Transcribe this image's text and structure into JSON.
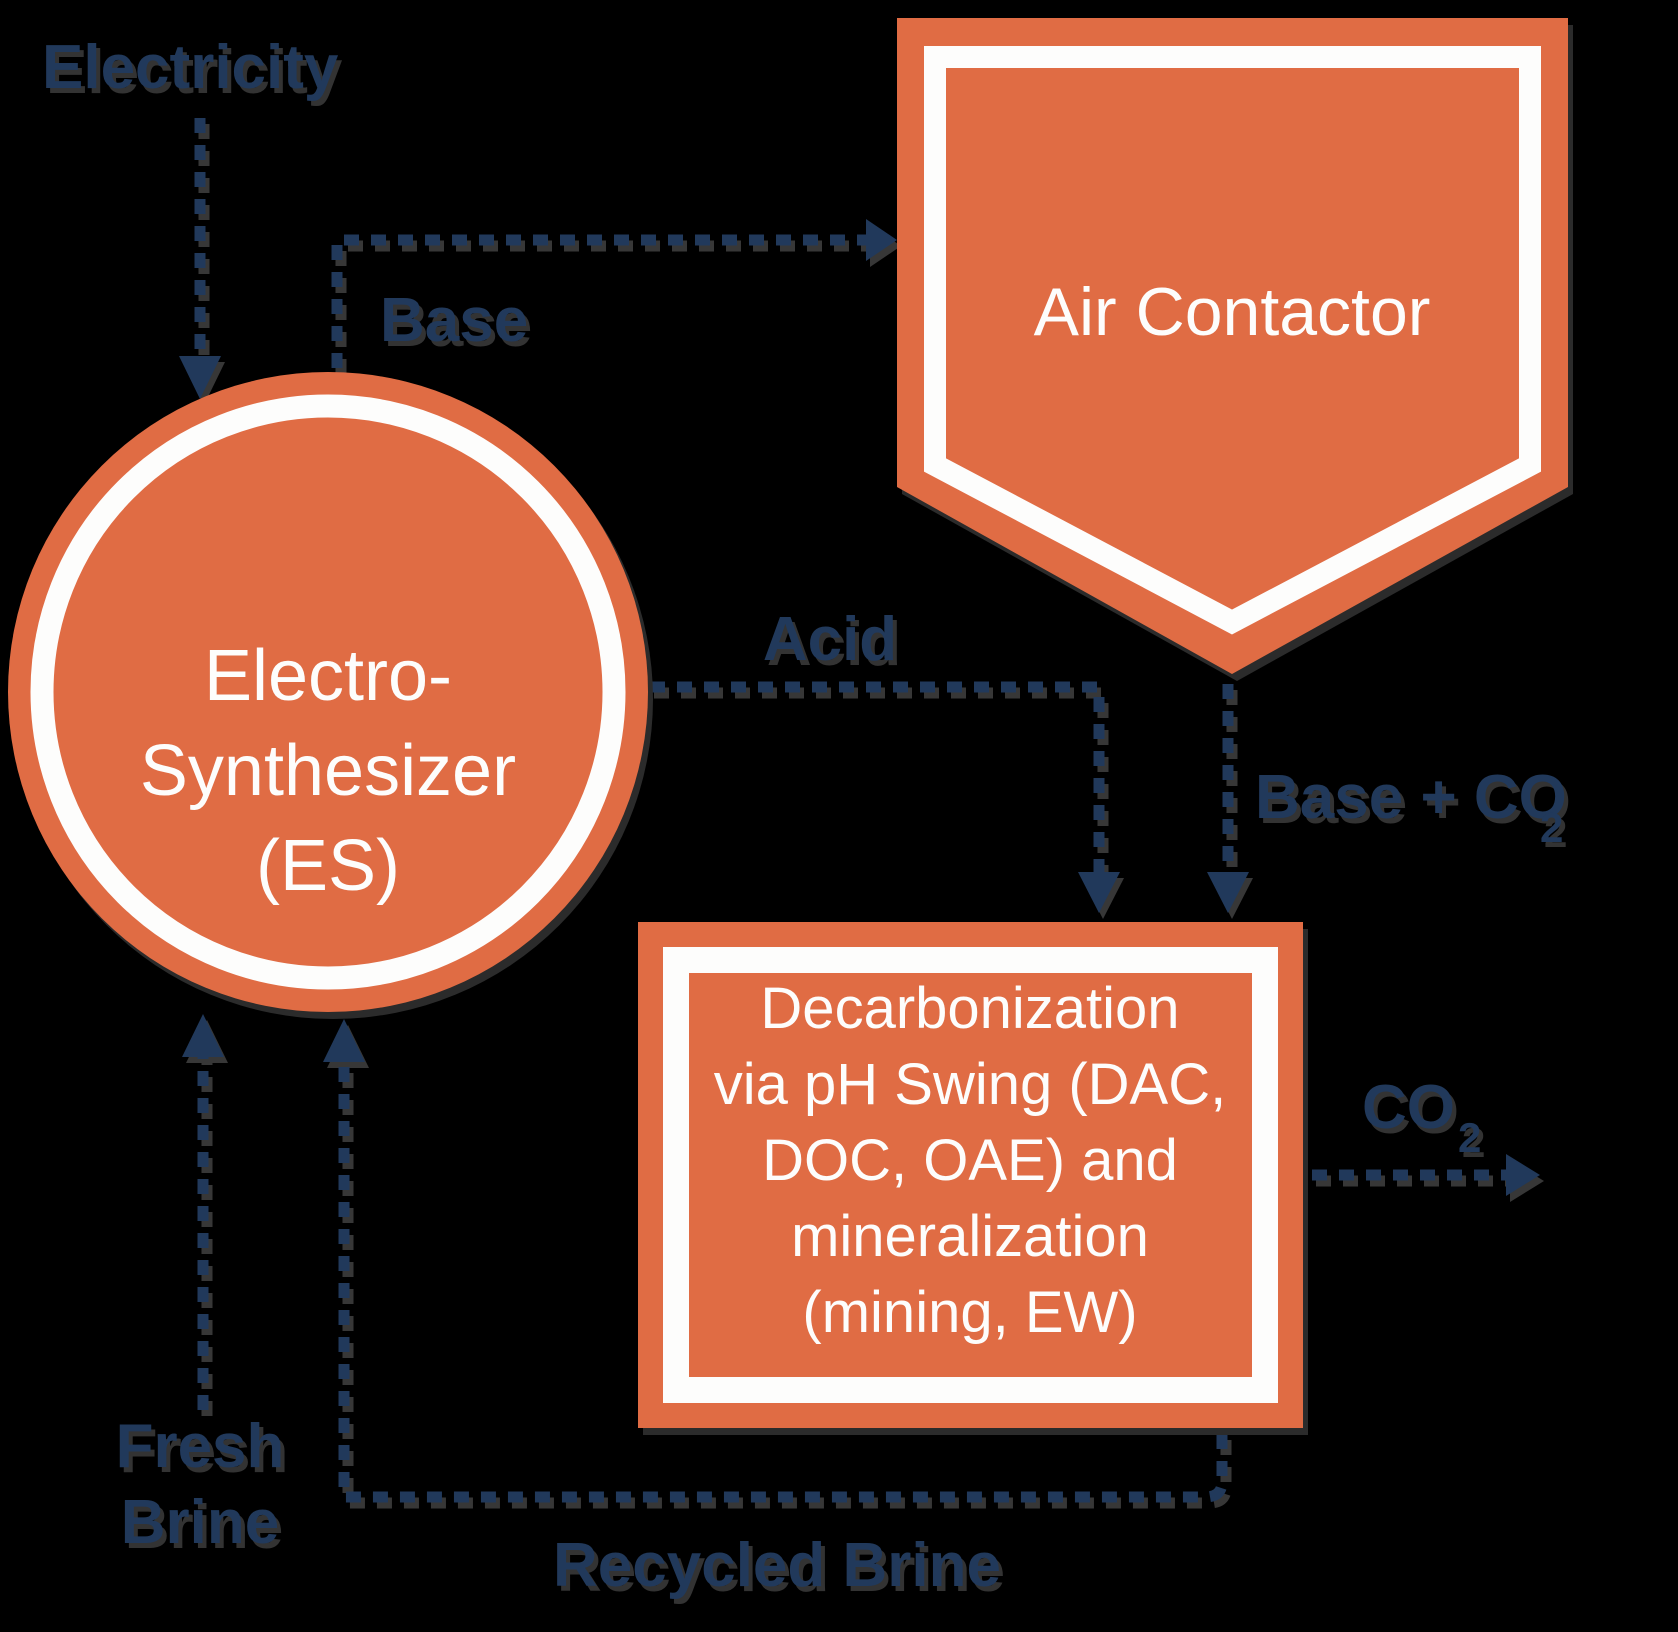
{
  "diagram": {
    "type": "process-flow-diagram",
    "background_color": "#000000",
    "colors": {
      "node_fill": "#E06C44",
      "node_inner_line": "#FDFDFC",
      "arrow_and_label": "#21395B",
      "node_text": "#FDFDFC",
      "shadow": "#333333"
    },
    "nodes": {
      "air_contactor": {
        "shape": "banner-pentagon-pointing-down",
        "label": "Air Contactor"
      },
      "electro_synthesizer": {
        "shape": "circle",
        "label_lines": [
          "Electro-",
          "Synthesizer",
          "(ES)"
        ]
      },
      "decarbonization": {
        "shape": "square",
        "label_lines": [
          "Decarbonization",
          "via pH Swing (DAC,",
          "DOC, OAE) and",
          "mineralization",
          "(mining, EW)"
        ]
      }
    },
    "flows": {
      "electricity": {
        "label": "Electricity",
        "from": "external",
        "to": "electro_synthesizer"
      },
      "base": {
        "label": "Base",
        "from": "electro_synthesizer",
        "to": "air_contactor"
      },
      "acid": {
        "label": "Acid",
        "from": "electro_synthesizer",
        "to": "decarbonization"
      },
      "base_co2": {
        "label_main": "Base + CO",
        "label_sub": "2",
        "from": "air_contactor",
        "to": "decarbonization"
      },
      "co2_out": {
        "label_main": "CO",
        "label_sub": "2",
        "from": "decarbonization",
        "to": "external"
      },
      "fresh_brine": {
        "label_line1": "Fresh",
        "label_line2": "Brine",
        "from": "external",
        "to": "electro_synthesizer"
      },
      "recycled_brine": {
        "label": "Recycled Brine",
        "from": "decarbonization",
        "to": "electro_synthesizer"
      }
    }
  }
}
